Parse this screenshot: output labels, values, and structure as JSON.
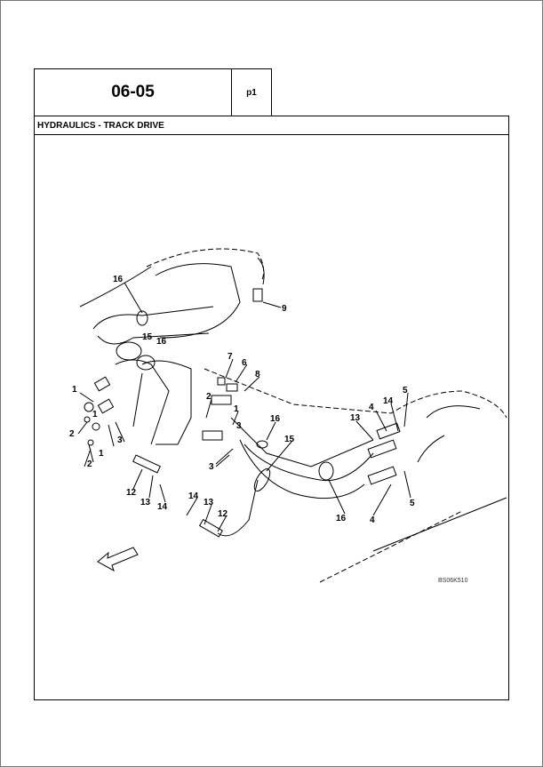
{
  "header": {
    "section_code": "06-05",
    "page": "p1",
    "title": "HYDRAULICS -  TRACK DRIVE"
  },
  "figure": {
    "reference": "BS06K510",
    "callouts": [
      "16",
      "9",
      "15",
      "16",
      "7",
      "6",
      "8",
      "1",
      "2",
      "1",
      "14",
      "5",
      "4",
      "13",
      "16",
      "15",
      "2",
      "1",
      "3",
      "3",
      "2",
      "12",
      "13",
      "14",
      "14",
      "13",
      "12",
      "16",
      "4",
      "5",
      "1",
      "3"
    ]
  }
}
